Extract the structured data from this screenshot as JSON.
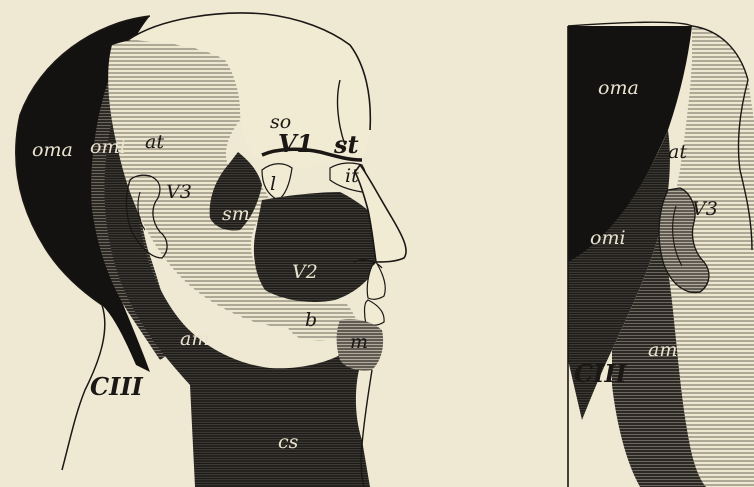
{
  "left_figure": {
    "labels": {
      "oma": "oma",
      "omi": "omi",
      "at": "at",
      "so": "so",
      "v1": "V1",
      "st": "st",
      "it": "it",
      "l": "l",
      "v3": "V3",
      "sm": "sm",
      "v2": "V2",
      "b": "b",
      "m": "m",
      "am": "am",
      "ciii": "CIII",
      "cs": "cs"
    }
  },
  "right_figure": {
    "labels": {
      "oma": "oma",
      "at": "at",
      "v3": "V3",
      "omi": "omi",
      "am": "am",
      "ciii": "CIII"
    }
  }
}
